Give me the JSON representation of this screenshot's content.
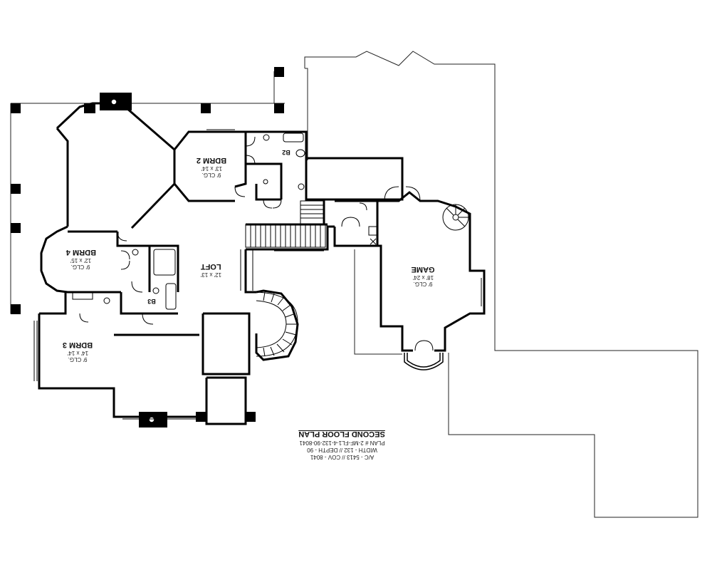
{
  "plan": {
    "title": "SECOND FLOOR PLAN",
    "info_lines": [
      "PLAN # 2-MF-FL1-4-132-90-8041",
      "WIDTH - 132 // DEPTH - 90",
      "A/C - 5413 // COV - 8041"
    ],
    "ink_color": "#000000",
    "background_color": "#ffffff"
  },
  "rooms": {
    "bdrm2": {
      "name": "BDRM 2",
      "dims": "13' x 14'",
      "ceiling": "9' CLG."
    },
    "bdrm4": {
      "name": "BDRM 4",
      "dims": "12' x 15'",
      "ceiling": "9' CLG."
    },
    "bdrm3": {
      "name": "BDRM 3",
      "dims": "14' x 14'",
      "ceiling": "9' CLG."
    },
    "loft": {
      "name": "LOFT",
      "dims": "12' x 13'"
    },
    "game": {
      "name": "GAME",
      "dims": "18' x 24'",
      "ceiling": "9' CLG."
    },
    "b2": {
      "name": "B2"
    },
    "b3": {
      "name": "B3"
    }
  }
}
